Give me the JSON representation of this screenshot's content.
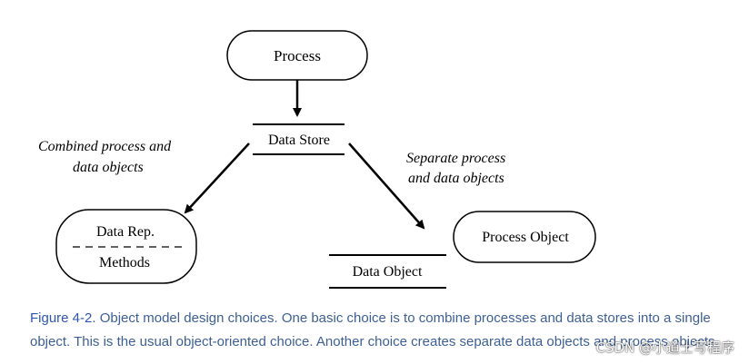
{
  "diagram": {
    "process": "Process",
    "data_store": "Data Store",
    "data_rep": "Data Rep.",
    "methods": "Methods",
    "process_object": "Process Object",
    "data_object": "Data Object",
    "combined_line1": "Combined process and",
    "combined_line2": "data objects",
    "separate_line1": "Separate process",
    "separate_line2": "and data objects"
  },
  "caption": {
    "label": "Figure 4-2.",
    "text": " Object model design choices. One basic choice is to combine processes and data stores into a single object. This is the usual object-oriented choice. Another choice creates separate data objects and process objects."
  },
  "watermark": "CSDN @小道士写程序"
}
